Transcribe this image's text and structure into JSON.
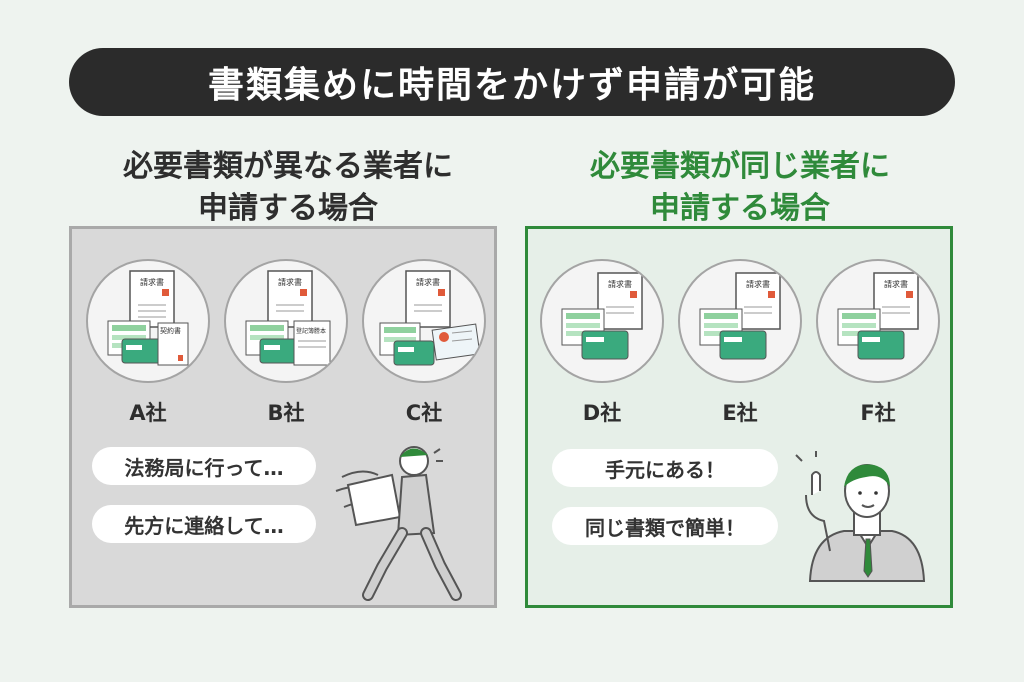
{
  "title": "書類集めに時間をかけず申請が可能",
  "left": {
    "heading_line1": "必要書類が異なる業者に",
    "heading_line2": "申請する場合",
    "companies": [
      "A社",
      "B社",
      "C社"
    ],
    "bubbles": [
      "法務局に行って…",
      "先方に連絡して…"
    ],
    "doc_labels": {
      "invoice": "請求書",
      "contract": "契約書",
      "registry": "登記簿謄本"
    }
  },
  "right": {
    "heading_line1": "必要書類が同じ業者に",
    "heading_line2": "申請する場合",
    "companies": [
      "D社",
      "E社",
      "F社"
    ],
    "bubbles": [
      "手元にある！",
      "同じ書類で簡単！"
    ],
    "doc_labels": {
      "invoice": "請求書"
    }
  },
  "colors": {
    "accent_green": "#2f8a3a",
    "banner_bg": "#2b2b2b",
    "background": "#eef3ef"
  }
}
